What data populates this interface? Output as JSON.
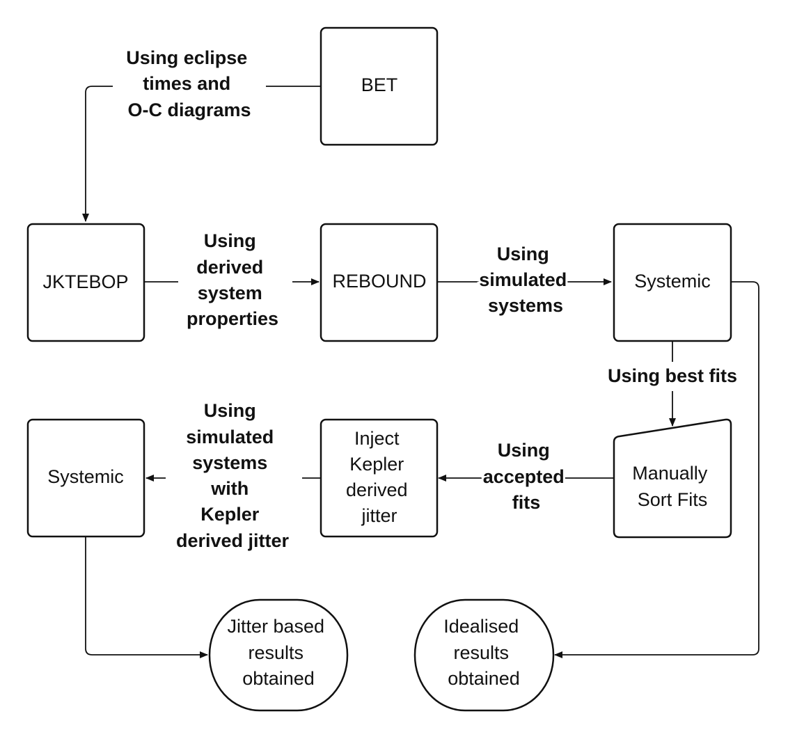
{
  "nodes": {
    "bet": [
      "BET"
    ],
    "jktebop": [
      "JKTEBOP"
    ],
    "rebound": [
      "REBOUND"
    ],
    "systemic_top": [
      "Systemic"
    ],
    "manually_sort_fits": [
      "Manually",
      "Sort Fits"
    ],
    "inject_jitter": [
      "Inject",
      "Kepler",
      "derived",
      "jitter"
    ],
    "systemic_bottom": [
      "Systemic"
    ],
    "jitter_results": [
      "Jitter based",
      "results",
      "obtained"
    ],
    "idealised_results": [
      "Idealised",
      "results",
      "obtained"
    ]
  },
  "edges": {
    "bet_to_jktebop": [
      "Using eclipse",
      "times and",
      "O-C diagrams"
    ],
    "jktebop_to_rebound": [
      "Using",
      "derived",
      "system",
      "properties"
    ],
    "rebound_to_systemic": [
      "Using",
      "simulated",
      "systems"
    ],
    "systemic_to_sort": [
      "Using best fits"
    ],
    "sort_to_inject": [
      "Using",
      "accepted",
      "fits"
    ],
    "inject_to_systemic": [
      "Using",
      "simulated",
      "systems",
      "with",
      "Kepler",
      "derived jitter"
    ]
  },
  "colors": {
    "stroke": "#111111",
    "background": "#ffffff"
  }
}
